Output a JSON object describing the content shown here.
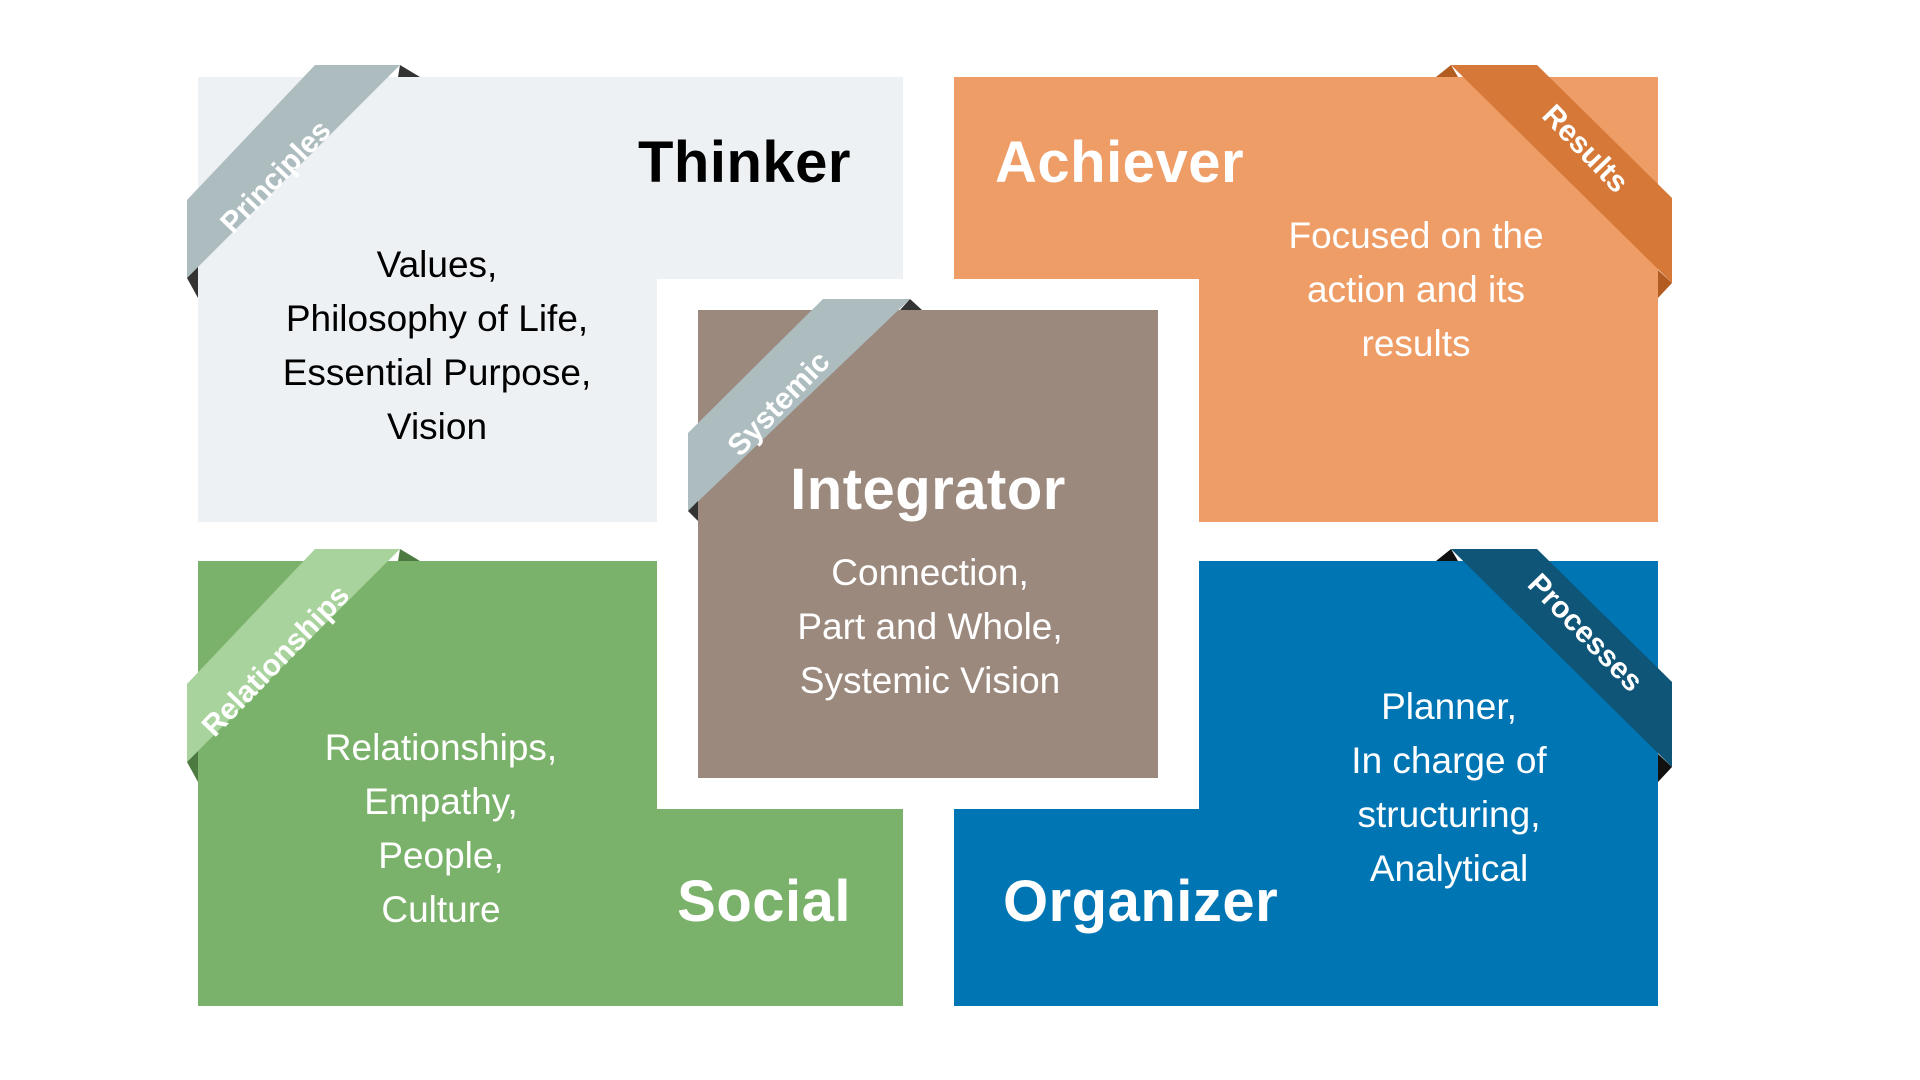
{
  "colors": {
    "background": "#ffffff",
    "thinker": "#edf1f4",
    "achiever": "#ef9d66",
    "social": "#7bb26b",
    "organizer": "#0075b4",
    "integrator": "#9c897d",
    "ribbon_grey": "#adbcbf",
    "ribbon_orange": "#d67837",
    "ribbon_green": "#a8d39c",
    "ribbon_blue": "#0e5577",
    "fold_dark": "#333333"
  },
  "quadrants": {
    "thinker": {
      "title": "Thinker",
      "ribbon": "Principles",
      "lines": [
        "Values,",
        "Philosophy of Life,",
        "Essential Purpose,",
        "Vision"
      ]
    },
    "achiever": {
      "title": "Achiever",
      "ribbon": "Results",
      "lines": [
        "Focused on the",
        "action and its",
        "results"
      ]
    },
    "social": {
      "title": "Social",
      "ribbon": "Relationships",
      "lines": [
        "Relationships,",
        "Empathy,",
        "People,",
        "Culture"
      ]
    },
    "organizer": {
      "title": "Organizer",
      "ribbon": "Processes",
      "lines": [
        "Planner,",
        "In charge of",
        "structuring,",
        "Analytical"
      ]
    },
    "integrator": {
      "title": "Integrator",
      "ribbon": "Systemic",
      "lines": [
        "Connection,",
        "Part and Whole,",
        "Systemic Vision"
      ]
    }
  }
}
